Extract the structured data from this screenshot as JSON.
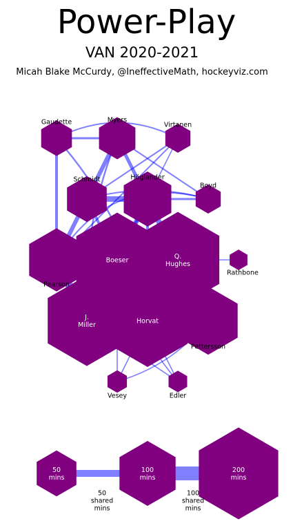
{
  "header": {
    "title": "Power-Play",
    "subtitle": "VAN 2020-2021",
    "credit": "Micah Blake McCurdy, @IneffectiveMath, hockeyviz.com"
  },
  "colors": {
    "node": "#800080",
    "edge": "#0000ff",
    "label": "#000000",
    "node_label": "#ffffff"
  },
  "players": [
    {
      "id": "gaudette",
      "label": [
        "Gaudette"
      ],
      "minutes": 30
    },
    {
      "id": "myers",
      "label": [
        "Myers"
      ],
      "minutes": 42
    },
    {
      "id": "virtanen",
      "label": [
        "Virtanen"
      ],
      "minutes": 20
    },
    {
      "id": "schmidt",
      "label": [
        "Schmidt"
      ],
      "minutes": 50
    },
    {
      "id": "hoglander",
      "label": [
        "Höglander"
      ],
      "minutes": 72
    },
    {
      "id": "boyd",
      "label": [
        "Boyd"
      ],
      "minutes": 20
    },
    {
      "id": "pearson",
      "label": [
        "Pearson"
      ],
      "minutes": 95
    },
    {
      "id": "boeser",
      "label": [
        "Boeser"
      ],
      "minutes": 212
    },
    {
      "id": "qhughes",
      "label": [
        "Q.",
        "Hughes"
      ],
      "minutes": 218
    },
    {
      "id": "rathbone",
      "label": [
        "Rathbone"
      ],
      "minutes": 10
    },
    {
      "id": "jmiller",
      "label": [
        "J.",
        "Miller"
      ],
      "minutes": 195
    },
    {
      "id": "horvat",
      "label": [
        "Horvat"
      ],
      "minutes": 203
    },
    {
      "id": "pettersson",
      "label": [
        "Pettersson"
      ],
      "minutes": 110
    },
    {
      "id": "vesey",
      "label": [
        "Vesey"
      ],
      "minutes": 12
    },
    {
      "id": "edler",
      "label": [
        "Edler"
      ],
      "minutes": 11
    }
  ],
  "shared_minutes": [
    {
      "a": "boeser",
      "b": "horvat",
      "shared": 170
    },
    {
      "a": "jmiller",
      "b": "horvat",
      "shared": 170
    },
    {
      "a": "boeser",
      "b": "jmiller",
      "shared": 150
    },
    {
      "a": "qhughes",
      "b": "horvat",
      "shared": 160
    },
    {
      "a": "qhughes",
      "b": "boeser",
      "shared": 155
    },
    {
      "a": "qhughes",
      "b": "jmiller",
      "shared": 150
    },
    {
      "a": "jmiller",
      "b": "pettersson",
      "shared": 95
    },
    {
      "a": "qhughes",
      "b": "pettersson",
      "shared": 90
    },
    {
      "a": "horvat",
      "b": "pettersson",
      "shared": 90
    },
    {
      "a": "boeser",
      "b": "pettersson",
      "shared": 75
    },
    {
      "a": "pearson",
      "b": "boeser",
      "shared": 65
    },
    {
      "a": "pearson",
      "b": "qhughes",
      "shared": 60
    },
    {
      "a": "pearson",
      "b": "horvat",
      "shared": 55
    },
    {
      "a": "pearson",
      "b": "jmiller",
      "shared": 55
    },
    {
      "a": "pearson",
      "b": "pettersson",
      "shared": 45
    },
    {
      "a": "schmidt",
      "b": "hoglander",
      "shared": 40
    },
    {
      "a": "hoglander",
      "b": "boeser",
      "shared": 35
    },
    {
      "a": "hoglander",
      "b": "qhughes",
      "shared": 40
    },
    {
      "a": "schmidt",
      "b": "pearson",
      "shared": 30
    },
    {
      "a": "myers",
      "b": "schmidt",
      "shared": 30
    },
    {
      "a": "myers",
      "b": "hoglander",
      "shared": 25
    },
    {
      "a": "gaudette",
      "b": "pearson",
      "shared": 20
    },
    {
      "a": "schmidt",
      "b": "boeser",
      "shared": 20
    },
    {
      "a": "hoglander",
      "b": "horvat",
      "shared": 20
    },
    {
      "a": "hoglander",
      "b": "jmiller",
      "shared": 20
    },
    {
      "a": "hoglander",
      "b": "boyd",
      "shared": 15
    },
    {
      "a": "schmidt",
      "b": "boyd",
      "shared": 10
    },
    {
      "a": "gaudette",
      "b": "myers",
      "shared": 15
    },
    {
      "a": "gaudette",
      "b": "virtanen",
      "shared": 10
    },
    {
      "a": "myers",
      "b": "boyd",
      "shared": 10
    },
    {
      "a": "virtanen",
      "b": "schmidt",
      "shared": 10
    },
    {
      "a": "virtanen",
      "b": "pearson",
      "shared": 10
    },
    {
      "a": "virtanen",
      "b": "hoglander",
      "shared": 8
    },
    {
      "a": "qhughes",
      "b": "rathbone",
      "shared": 8
    },
    {
      "a": "vesey",
      "b": "horvat",
      "shared": 8
    },
    {
      "a": "vesey",
      "b": "boeser",
      "shared": 8
    },
    {
      "a": "edler",
      "b": "horvat",
      "shared": 8
    },
    {
      "a": "edler",
      "b": "jmiller",
      "shared": 8
    },
    {
      "a": "gaudette",
      "b": "horvat",
      "shared": 12
    },
    {
      "a": "myers",
      "b": "jmiller",
      "shared": 12
    },
    {
      "a": "boyd",
      "b": "pearson",
      "shared": 10
    },
    {
      "a": "vesey",
      "b": "pettersson",
      "shared": 6
    },
    {
      "a": "edler",
      "b": "boeser",
      "shared": 6
    }
  ],
  "legend": {
    "nodes": [
      {
        "minutes": 50,
        "label": [
          "50",
          "mins"
        ]
      },
      {
        "minutes": 100,
        "label": [
          "100",
          "mins"
        ]
      },
      {
        "minutes": 200,
        "label": [
          "200",
          "mins"
        ]
      }
    ],
    "edges": [
      {
        "shared": 50,
        "label": [
          "50",
          "shared",
          "mins"
        ]
      },
      {
        "shared": 100,
        "label": [
          "100",
          "shared",
          "mins"
        ]
      }
    ]
  }
}
